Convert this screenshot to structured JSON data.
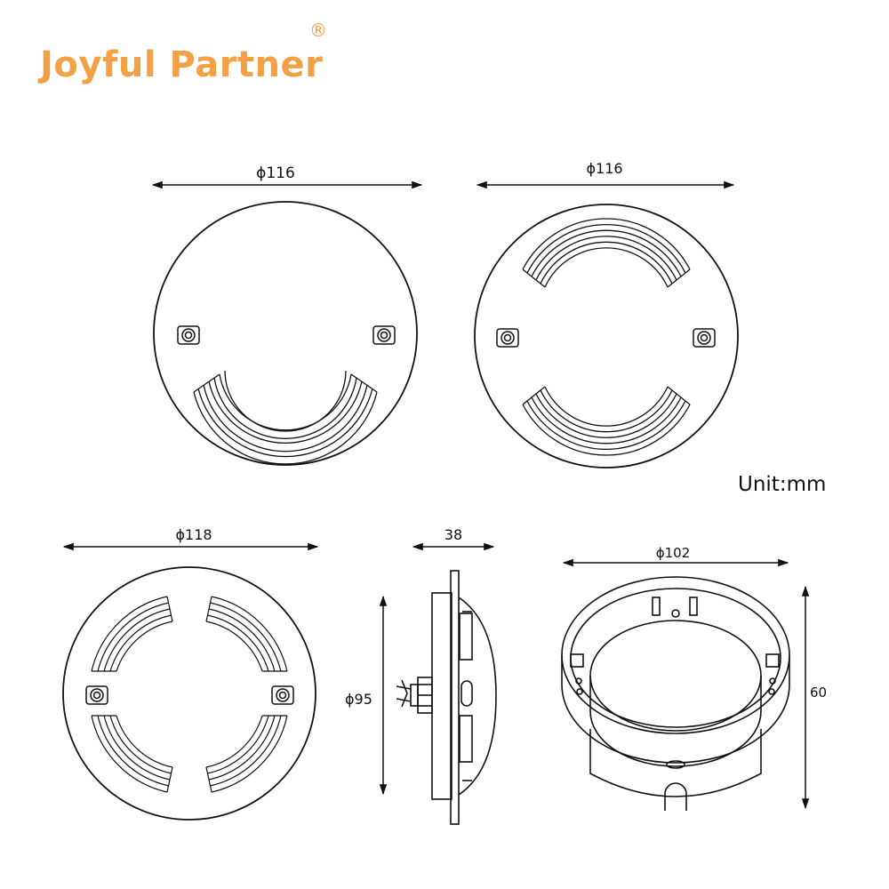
{
  "brand": {
    "name": "Joyful Partner",
    "mark": "®",
    "color": "#F4A044"
  },
  "unit_label": "Unit:mm",
  "dimensions": {
    "top_left_diameter": "ϕ116",
    "top_right_diameter": "ϕ116",
    "bottom_left_diameter": "ϕ118",
    "side_depth": "38",
    "side_height": "ϕ95",
    "housing_diameter": "ϕ102",
    "housing_height": "60"
  }
}
